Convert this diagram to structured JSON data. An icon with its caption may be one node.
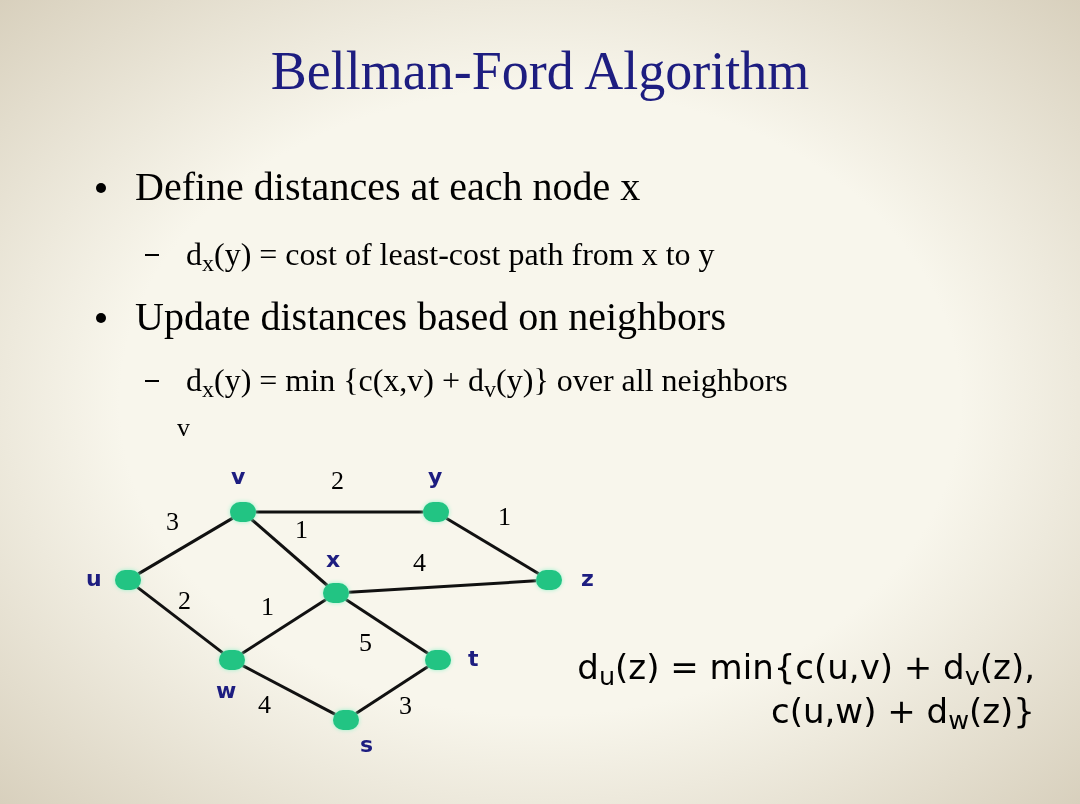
{
  "diagram": {
    "title": "Bellman-Ford Algorithm",
    "nodes": [
      {
        "text": [],
        "shape": "circle",
        "beside": [
          "u"
        ]
      },
      {
        "text": [],
        "shape": "circle",
        "beside": [
          "v"
        ]
      },
      {
        "text": [],
        "shape": "circle",
        "beside": [
          "y"
        ]
      },
      {
        "text": [],
        "shape": "circle",
        "beside": [
          "x"
        ]
      },
      {
        "text": [],
        "shape": "circle",
        "beside": [
          "z"
        ]
      },
      {
        "text": [],
        "shape": "circle",
        "beside": [
          "w"
        ]
      },
      {
        "text": [],
        "shape": "circle",
        "beside": [
          "t"
        ]
      },
      {
        "text": [],
        "shape": "circle",
        "beside": [
          "s"
        ]
      }
    ],
    "edges": [
      {
        "from": 0,
        "to": 1,
        "arrow": "none",
        "label": "3"
      },
      {
        "from": 0,
        "to": 5,
        "arrow": "none",
        "label": "2"
      },
      {
        "from": 1,
        "to": 2,
        "arrow": "none",
        "label": "2"
      },
      {
        "from": 1,
        "to": 3,
        "arrow": "none",
        "label": "1"
      },
      {
        "from": 2,
        "to": 4,
        "arrow": "none",
        "label": "1"
      },
      {
        "from": 3,
        "to": 4,
        "arrow": "none",
        "label": "4"
      },
      {
        "from": 5,
        "to": 3,
        "arrow": "none",
        "label": "1"
      },
      {
        "from": 3,
        "to": 6,
        "arrow": "none",
        "label": "5"
      },
      {
        "from": 5,
        "to": 7,
        "arrow": "none",
        "label": "4"
      },
      {
        "from": 7,
        "to": 6,
        "arrow": "none",
        "label": "3"
      }
    ],
    "labels": [
      "Define distances at each node x",
      "d$_{x}$(y) = cost of least-cost path from x to y",
      "Update distances based on neighbors",
      "d$_{x}$(y) = min {c(x,v) + d$_{v}$(y)} over all neighbors",
      "v",
      "d$_{u}$(z) = min{c(u,v) + d$_{v}$(z), c(u,w) + d$_{w}$(z)}"
    ]
  }
}
